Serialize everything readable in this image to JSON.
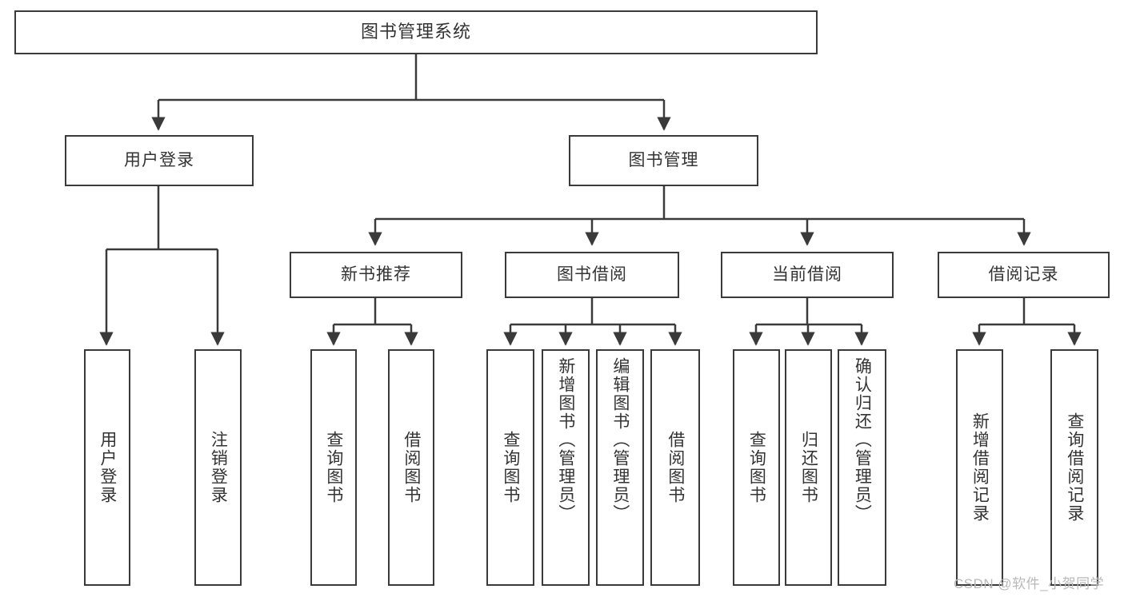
{
  "diagram": {
    "title": "图书管理系统",
    "type": "tree-hierarchy-diagram",
    "colors": {
      "box_border": "#3a3a3a",
      "box_fill": "#ffffff",
      "edge": "#3a3a3a",
      "text": "#333333",
      "watermark": "#b9b9b9",
      "background": "#ffffff"
    },
    "watermark": "CSDN @软件_小贺同学",
    "nodes": {
      "root": {
        "label": "图书管理系统"
      },
      "level2": [
        {
          "label": "用户登录"
        },
        {
          "label": "图书管理"
        }
      ],
      "level3": [
        {
          "label": "新书推荐"
        },
        {
          "label": "图书借阅"
        },
        {
          "label": "当前借阅"
        },
        {
          "label": "借阅记录"
        }
      ],
      "leaves_user_login": [
        {
          "label": "用户登录"
        },
        {
          "label": "注销登录"
        }
      ],
      "leaves_new_book": [
        {
          "label": "查询图书"
        },
        {
          "label": "借阅图书"
        }
      ],
      "leaves_borrow": [
        {
          "label": "查询图书"
        },
        {
          "label": "新增图书（管理员）"
        },
        {
          "label": "编辑图书（管理员）"
        },
        {
          "label": "借阅图书"
        }
      ],
      "leaves_current": [
        {
          "label": "查询图书"
        },
        {
          "label": "归还图书"
        },
        {
          "label": "确认归还（管理员）"
        }
      ],
      "leaves_record": [
        {
          "label": "新增借阅记录"
        },
        {
          "label": "查询借阅记录"
        }
      ]
    }
  }
}
